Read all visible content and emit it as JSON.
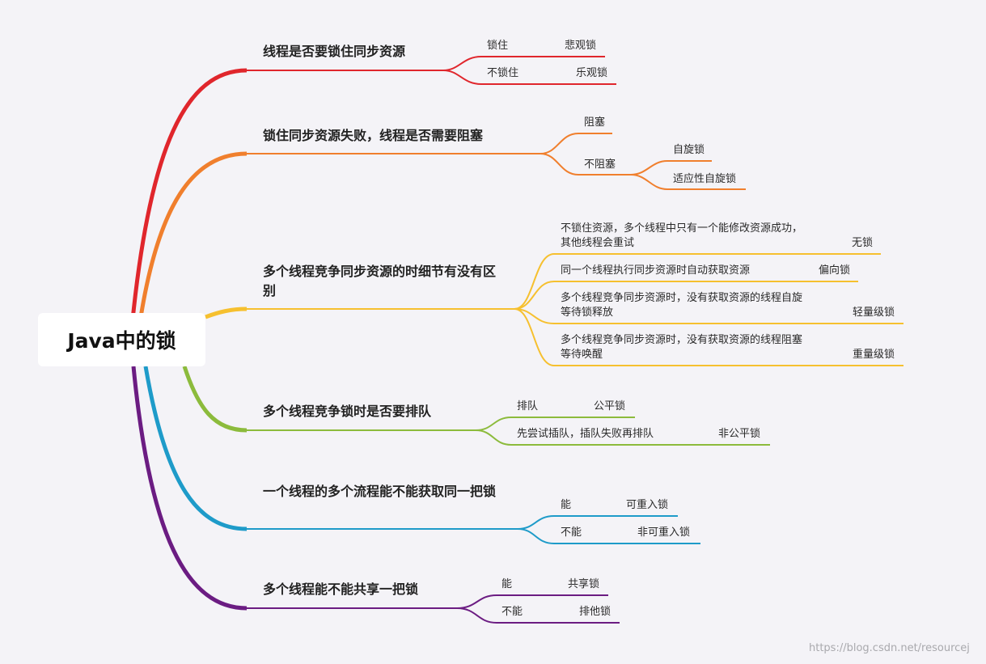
{
  "root": {
    "label": "Java中的锁"
  },
  "colors": {
    "red": "#e0262c",
    "orange": "#f07f2d",
    "yellow": "#f6c02f",
    "green": "#8cbb3c",
    "blue": "#1e9bc9",
    "purple": "#6b1c82"
  },
  "branches": [
    {
      "label": "线程是否要锁住同步资源",
      "color": "#e0262c",
      "children": [
        {
          "label": "锁住",
          "result": "悲观锁"
        },
        {
          "label": "不锁住",
          "result": "乐观锁"
        }
      ]
    },
    {
      "label": "锁住同步资源失败，线程是否需要阻塞",
      "color": "#f07f2d",
      "children": [
        {
          "label": "阻塞"
        },
        {
          "label": "不阻塞",
          "children": [
            {
              "label": "自旋锁"
            },
            {
              "label": "适应性自旋锁"
            }
          ]
        }
      ]
    },
    {
      "label": "多个线程竞争同步资源的时细节有没有区别",
      "color": "#f6c02f",
      "children": [
        {
          "label": "不锁住资源，多个线程中只有一个能修改资源成功，其他线程会重试",
          "result": "无锁"
        },
        {
          "label": "同一个线程执行同步资源时自动获取资源",
          "result": "偏向锁"
        },
        {
          "label": "多个线程竞争同步资源时，没有获取资源的线程自旋等待锁释放",
          "result": "轻量级锁"
        },
        {
          "label": "多个线程竞争同步资源时，没有获取资源的线程阻塞等待唤醒",
          "result": "重量级锁"
        }
      ]
    },
    {
      "label": "多个线程竞争锁时是否要排队",
      "color": "#8cbb3c",
      "children": [
        {
          "label": "排队",
          "result": "公平锁"
        },
        {
          "label": "先尝试插队，插队失败再排队",
          "result": "非公平锁"
        }
      ]
    },
    {
      "label": "一个线程的多个流程能不能获取同一把锁",
      "color": "#1e9bc9",
      "children": [
        {
          "label": "能",
          "result": "可重入锁"
        },
        {
          "label": "不能",
          "result": "非可重入锁"
        }
      ]
    },
    {
      "label": "多个线程能不能共享一把锁",
      "color": "#6b1c82",
      "children": [
        {
          "label": "能",
          "result": "共享锁"
        },
        {
          "label": "不能",
          "result": "排他锁"
        }
      ]
    }
  ],
  "watermark": "https://blog.csdn.net/resourcej"
}
